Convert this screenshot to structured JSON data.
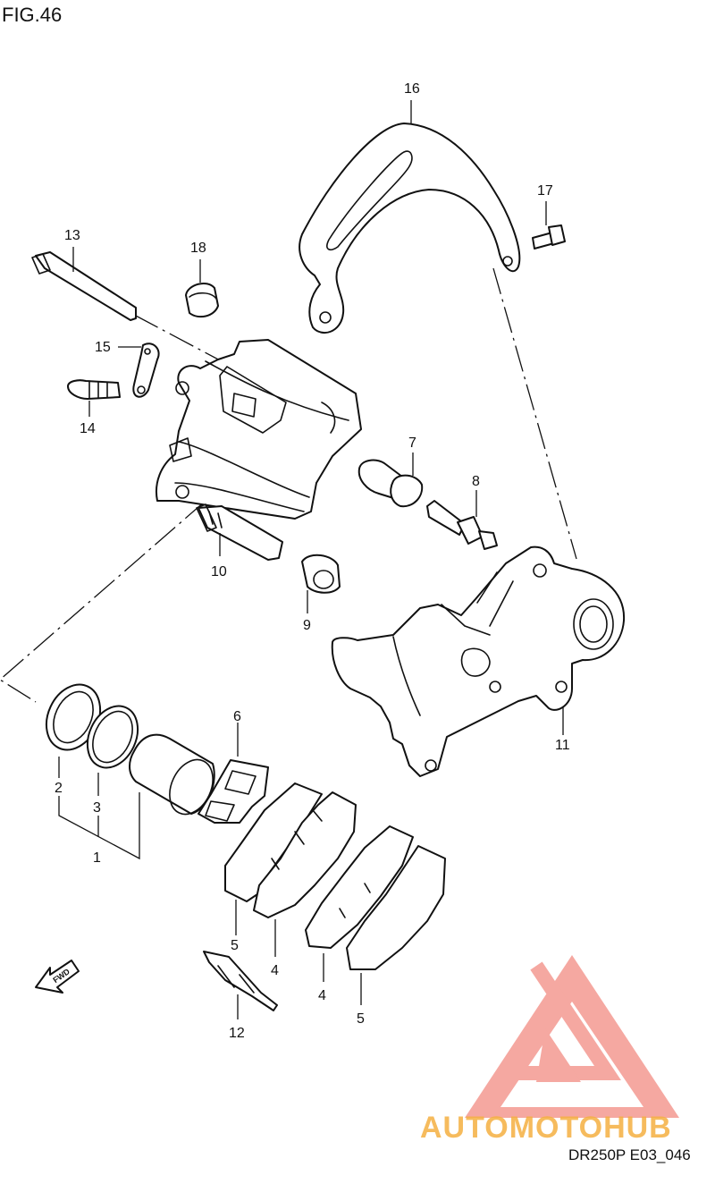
{
  "figure": {
    "title": "FIG.46"
  },
  "diagram_code": "DR250P E03_046",
  "watermark": {
    "brand": "AUTOMOTOHUB",
    "color_a": "#f7b84a",
    "color_b": "#f08080",
    "color_c": "#2b2b2b"
  },
  "fwd_label": "FWD",
  "part_numbers": {
    "p1": "1",
    "p2": "2",
    "p3": "3",
    "p4a": "4",
    "p4b": "4",
    "p5a": "5",
    "p5b": "5",
    "p6": "6",
    "p7": "7",
    "p8": "8",
    "p9": "9",
    "p10": "10",
    "p11": "11",
    "p12": "12",
    "p13": "13",
    "p14": "14",
    "p15": "15",
    "p16": "16",
    "p17": "17",
    "p18": "18"
  }
}
